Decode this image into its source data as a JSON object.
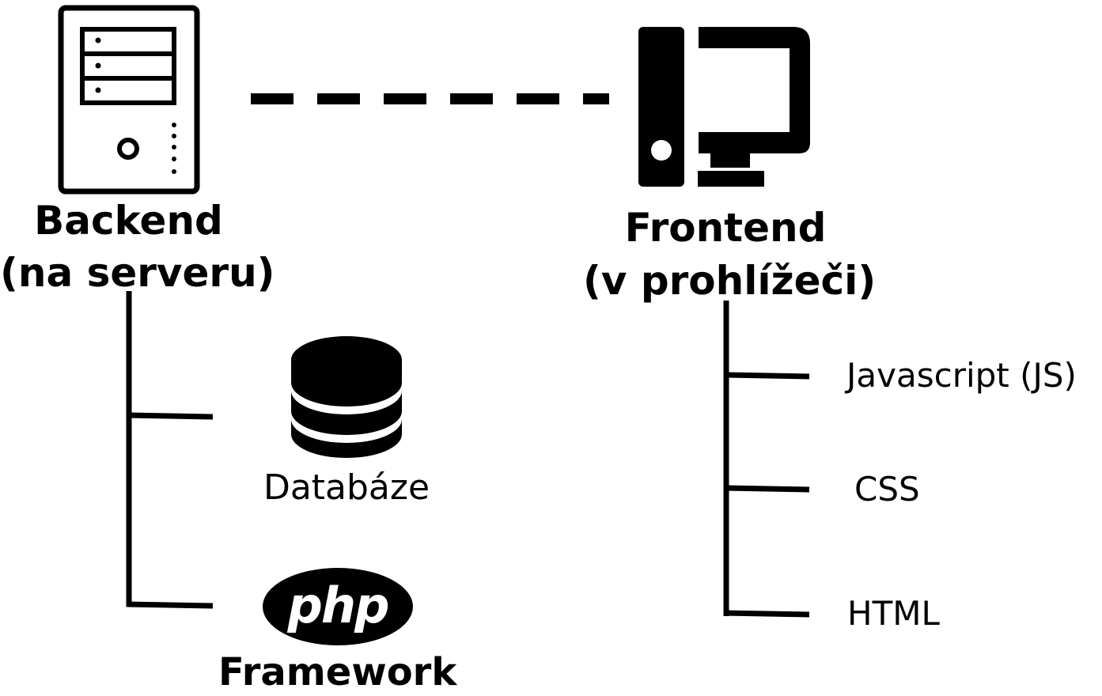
{
  "backend": {
    "title": "Backend",
    "subtitle": "(na serveru)",
    "icon": "server-tower-icon",
    "children": [
      {
        "label": "Databáze",
        "icon": "database-icon"
      },
      {
        "label": "Framework",
        "icon": "php-logo-icon",
        "logo_text": "php"
      }
    ]
  },
  "frontend": {
    "title": "Frontend",
    "subtitle": "(v prohlížeči)",
    "icon": "desktop-computer-icon",
    "children": [
      {
        "label": "Javascript (JS)"
      },
      {
        "label": "CSS"
      },
      {
        "label": "HTML"
      }
    ]
  },
  "colors": {
    "ink": "#000000",
    "background": "#ffffff"
  }
}
